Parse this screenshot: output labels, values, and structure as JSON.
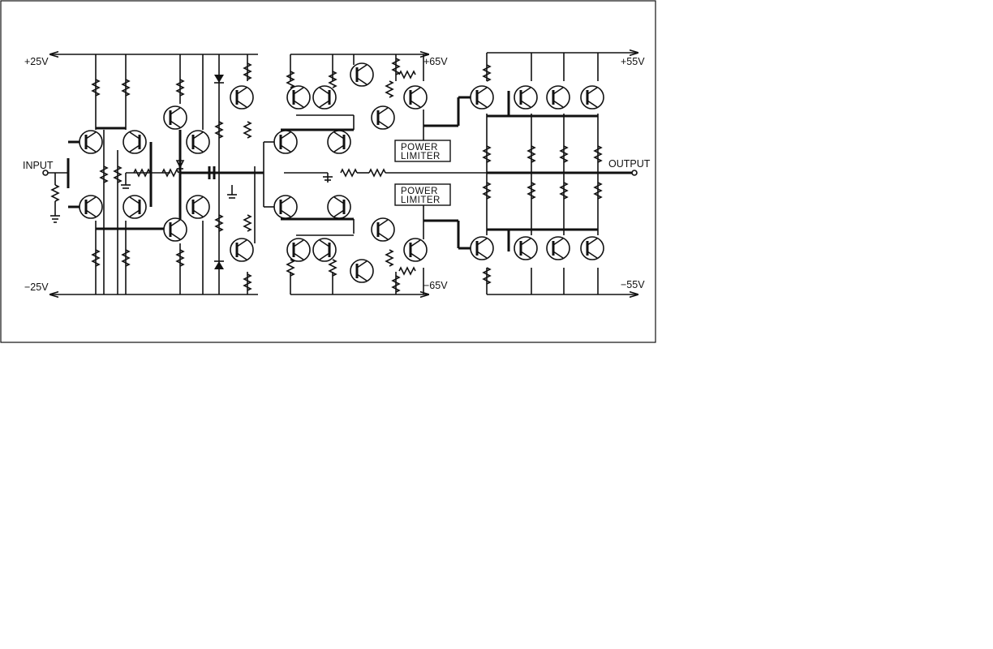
{
  "labels": {
    "rail_pos_25": "+25V",
    "rail_neg_25": "−25V",
    "rail_pos_65": "+65V",
    "rail_neg_65": "−65V",
    "rail_pos_55": "+55V",
    "rail_neg_55": "−55V",
    "input": "INPUT",
    "output": "OUTPUT"
  },
  "power_limiter_top": {
    "line1": "POWER",
    "line2": "LIMITER"
  },
  "power_limiter_bottom": {
    "line1": "POWER",
    "line2": "LIMITER"
  }
}
